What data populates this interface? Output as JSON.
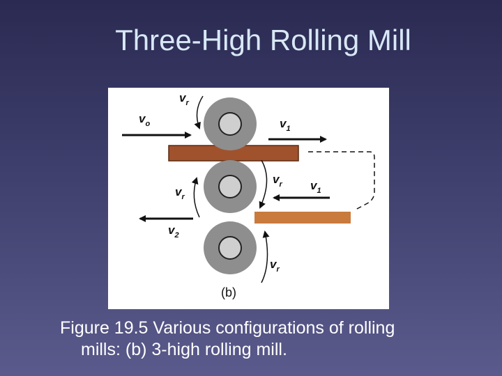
{
  "slide": {
    "title": "Three-High Rolling Mill",
    "caption_line1": "Figure 19.5  Various configurations of rolling",
    "caption_line2": "mills: (b) 3‑high rolling mill."
  },
  "figure": {
    "roll_velocity_symbol": "v",
    "roll_velocity_subscript": "r",
    "entry_velocity_symbol": "v",
    "entry_velocity_subscript": "o",
    "exit_velocity_symbol": "v",
    "exit_velocity_subscript": "1",
    "second_pass_velocity_symbol": "v",
    "second_pass_velocity_subscript": "2",
    "panel_label": "(b)"
  },
  "colors": {
    "roll": "#8e8e8e",
    "roll_core": "#cfcfcf",
    "workpiece_top": "#a0522d",
    "workpiece_bottom": "#c97a3d"
  }
}
